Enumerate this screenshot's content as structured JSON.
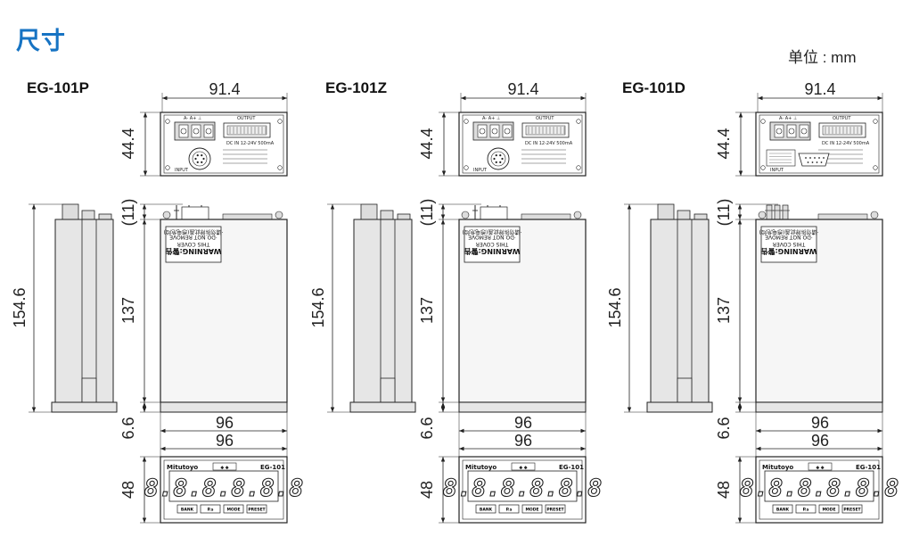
{
  "heading": "尺寸",
  "unit_label": "单位 : mm",
  "models": [
    {
      "name": "EG-101P",
      "connector": "circular"
    },
    {
      "name": "EG-101Z",
      "connector": "circular"
    },
    {
      "name": "EG-101D",
      "connector": "dsub"
    }
  ],
  "dimensions": {
    "width_top": "91.4",
    "height_top": "44.4",
    "terminal_height": "(11)",
    "total_height": "154.6",
    "body_height": "137",
    "base_height": "6.6",
    "depth_96_a": "96",
    "depth_96_b": "96",
    "front_height": "48"
  },
  "panel": {
    "brand": "Mitutoyo",
    "model_tag": "EG-101",
    "display": "8.8.8.8.8.8",
    "buttons": [
      "BANK",
      "P.s",
      "MODE",
      "PRESET"
    ],
    "terminal_marks": [
      "A-",
      "A+",
      "⊥"
    ],
    "output_label": "OUTPUT",
    "input_label": "INPUT",
    "power_label": "DC IN 12-24V 500mA",
    "warning_title": "WARNING:警告",
    "warning_lines": [
      "·DO NOT REMOVE",
      "THIS COVER",
      "·请勿拆除此盖(感电危险)"
    ]
  }
}
